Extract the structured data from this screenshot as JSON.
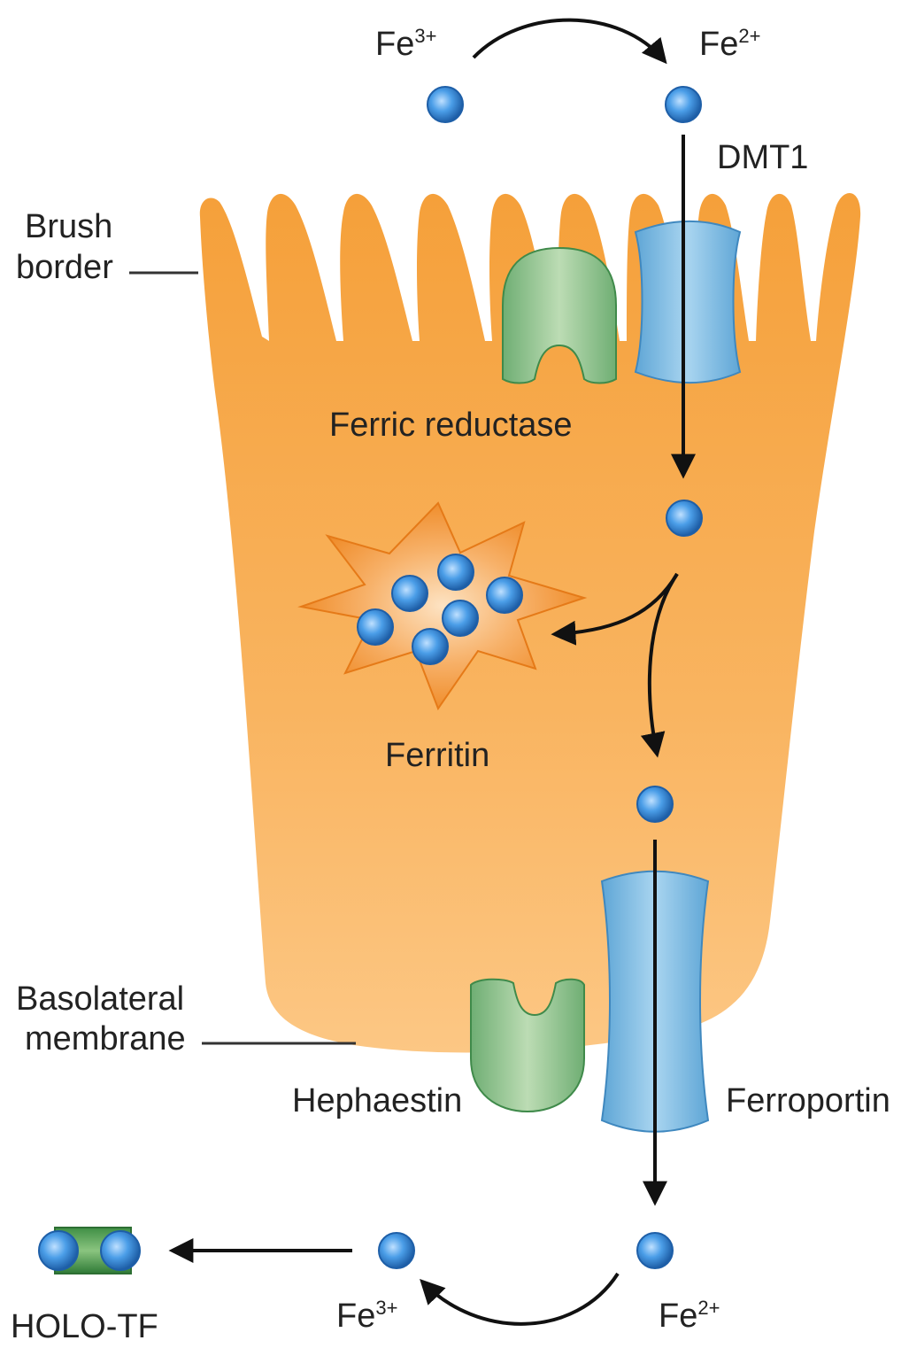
{
  "labels": {
    "fe3_top": "Fe",
    "fe3_top_sup": "3+",
    "fe2_top": "Fe",
    "fe2_top_sup": "2+",
    "dmt1": "DMT1",
    "brush_line1": "Brush",
    "brush_line2": "border",
    "ferric_reductase": "Ferric reductase",
    "ferritin": "Ferritin",
    "basolateral_line1": "Basolateral",
    "basolateral_line2": "membrane",
    "hephaestin": "Hephaestin",
    "ferroportin": "Ferroportin",
    "fe3_bottom": "Fe",
    "fe3_bottom_sup": "3+",
    "fe2_bottom": "Fe",
    "fe2_bottom_sup": "2+",
    "holo_tf": "HOLO-TF"
  },
  "colors": {
    "cell_top": "#f5a23a",
    "cell_bottom": "#fbbf78",
    "transporter": "#7fb9de",
    "transporter_edge": "#3f88bf",
    "enzyme": "#8fbf8b",
    "enzyme_edge": "#3f8a4a",
    "ion": "#2a7fd0",
    "ferritin": "#f08a24",
    "arrow": "#111111"
  }
}
